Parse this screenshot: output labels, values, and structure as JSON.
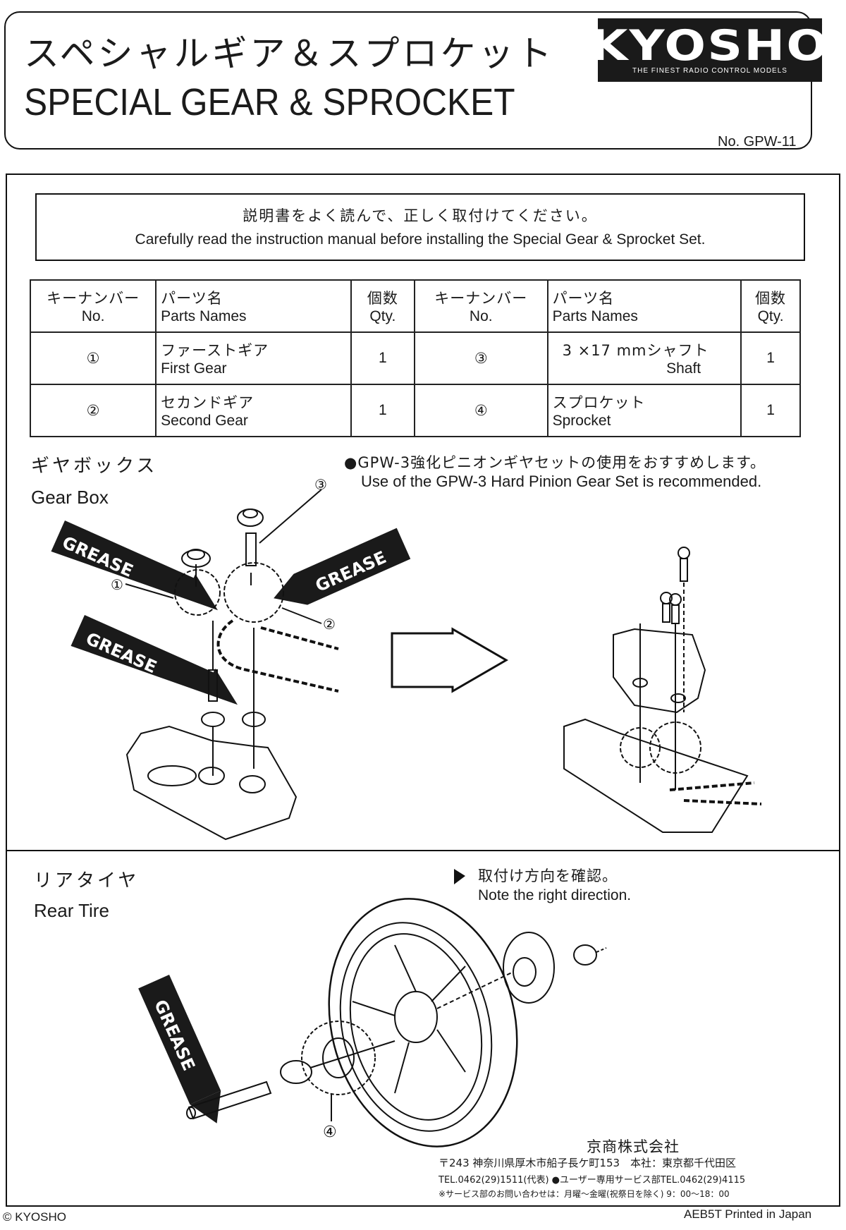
{
  "header": {
    "title_ja": "スペシャルギア＆スプロケット",
    "title_en": "SPECIAL GEAR & SPROCKET",
    "logo_word": "KYOSHO",
    "logo_tagline": "THE FINEST RADIO CONTROL MODELS",
    "registered_mark": "®",
    "doc_number": "No. GPW-11"
  },
  "notice": {
    "text_ja": "説明書をよく読んで、正しく取付けてください。",
    "text_en": "Carefully read the instruction manual before installing the Special Gear & Sprocket Set."
  },
  "parts_table": {
    "headers": {
      "no_ja": "キーナンバー",
      "no_en": "No.",
      "name_ja": "パーツ名",
      "name_en": "Parts Names",
      "qty_ja": "個数",
      "qty_en": "Qty."
    },
    "items": [
      {
        "no": "①",
        "name_ja": "ファーストギア",
        "name_en": "First Gear",
        "qty": "1"
      },
      {
        "no": "②",
        "name_ja": "セカンドギア",
        "name_en": "Second Gear",
        "qty": "1"
      },
      {
        "no": "③",
        "name_ja": "3 ×17 mmシャフト",
        "name_en": "Shaft",
        "qty": "1"
      },
      {
        "no": "④",
        "name_ja": "スプロケット",
        "name_en": "Sprocket",
        "qty": "1"
      }
    ]
  },
  "gear_box": {
    "title_ja": "ギヤボックス",
    "title_en": "Gear Box",
    "recommend_ja": "●GPW-3強化ピニオンギヤセットの使用をおすすめします。",
    "recommend_en": "Use of the GPW-3 Hard Pinion Gear Set is recommended.",
    "grease_label": "GREASE",
    "callouts": [
      "①",
      "②",
      "③"
    ]
  },
  "rear_tire": {
    "title_ja": "リアタイヤ",
    "title_en": "Rear Tire",
    "direction_ja": "取付け方向を確認。",
    "direction_en": "Note the right direction.",
    "grease_label": "GREASE",
    "callout": "④"
  },
  "footer": {
    "company": "京商株式会社",
    "address": "〒243 神奈川県厚木市船子長ケ町153　本社：東京都千代田区",
    "tel": "TEL.0462(29)1511(代表) ●ユーザー専用サービス部TEL.0462(29)4115",
    "hours": "※サービス部のお問い合わせは：月曜〜金曜(祝祭日を除く) 9：00〜18：00",
    "copyright": "© KYOSHO",
    "print_info": "AEB5T  Printed in Japan"
  }
}
